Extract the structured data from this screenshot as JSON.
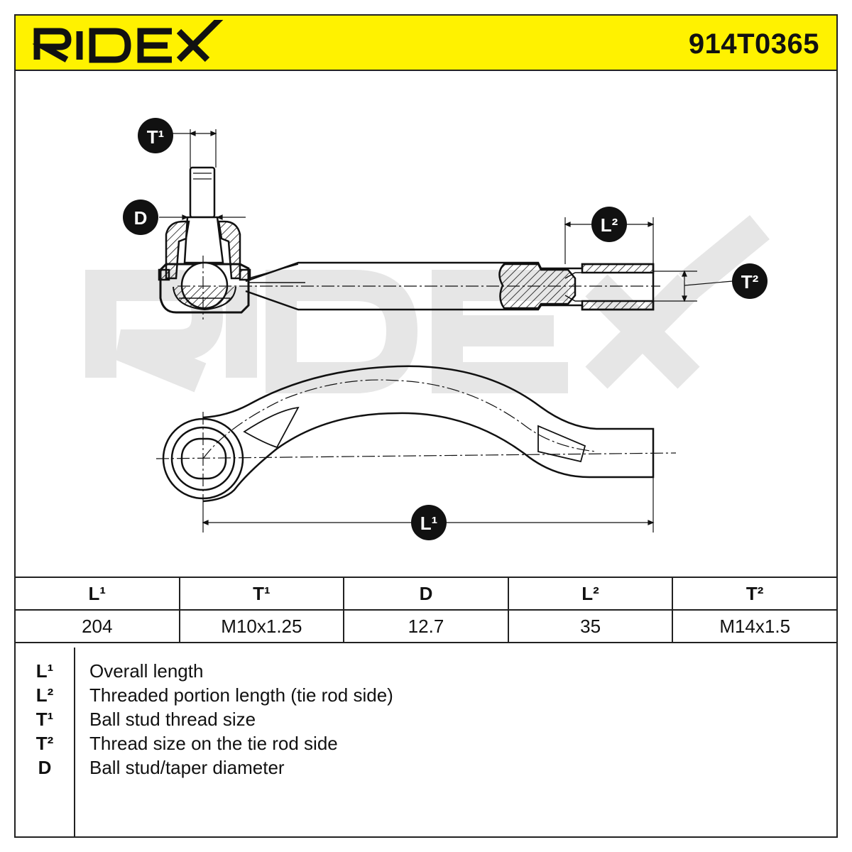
{
  "brand": "RIDEX",
  "part_number": "914T0365",
  "labels": {
    "t1": "T¹",
    "d": "D",
    "l2": "L²",
    "t2": "T²",
    "l1": "L¹"
  },
  "colors": {
    "header": "#fff200",
    "badge": "#111111",
    "watermark": "#e6e6e6"
  },
  "spec_table": {
    "headers": [
      "L¹",
      "T¹",
      "D",
      "L²",
      "T²"
    ],
    "values": [
      "204",
      "M10x1.25",
      "12.7",
      "35",
      "M14x1.5"
    ]
  },
  "legend": [
    {
      "symbol": "L¹",
      "text": "Overall length"
    },
    {
      "symbol": "L²",
      "text": "Threaded portion length (tie rod side)"
    },
    {
      "symbol": "T¹",
      "text": "Ball stud thread size"
    },
    {
      "symbol": "T²",
      "text": "Thread size on the tie rod side"
    },
    {
      "symbol": "D",
      "text": "Ball stud/taper diameter"
    }
  ]
}
